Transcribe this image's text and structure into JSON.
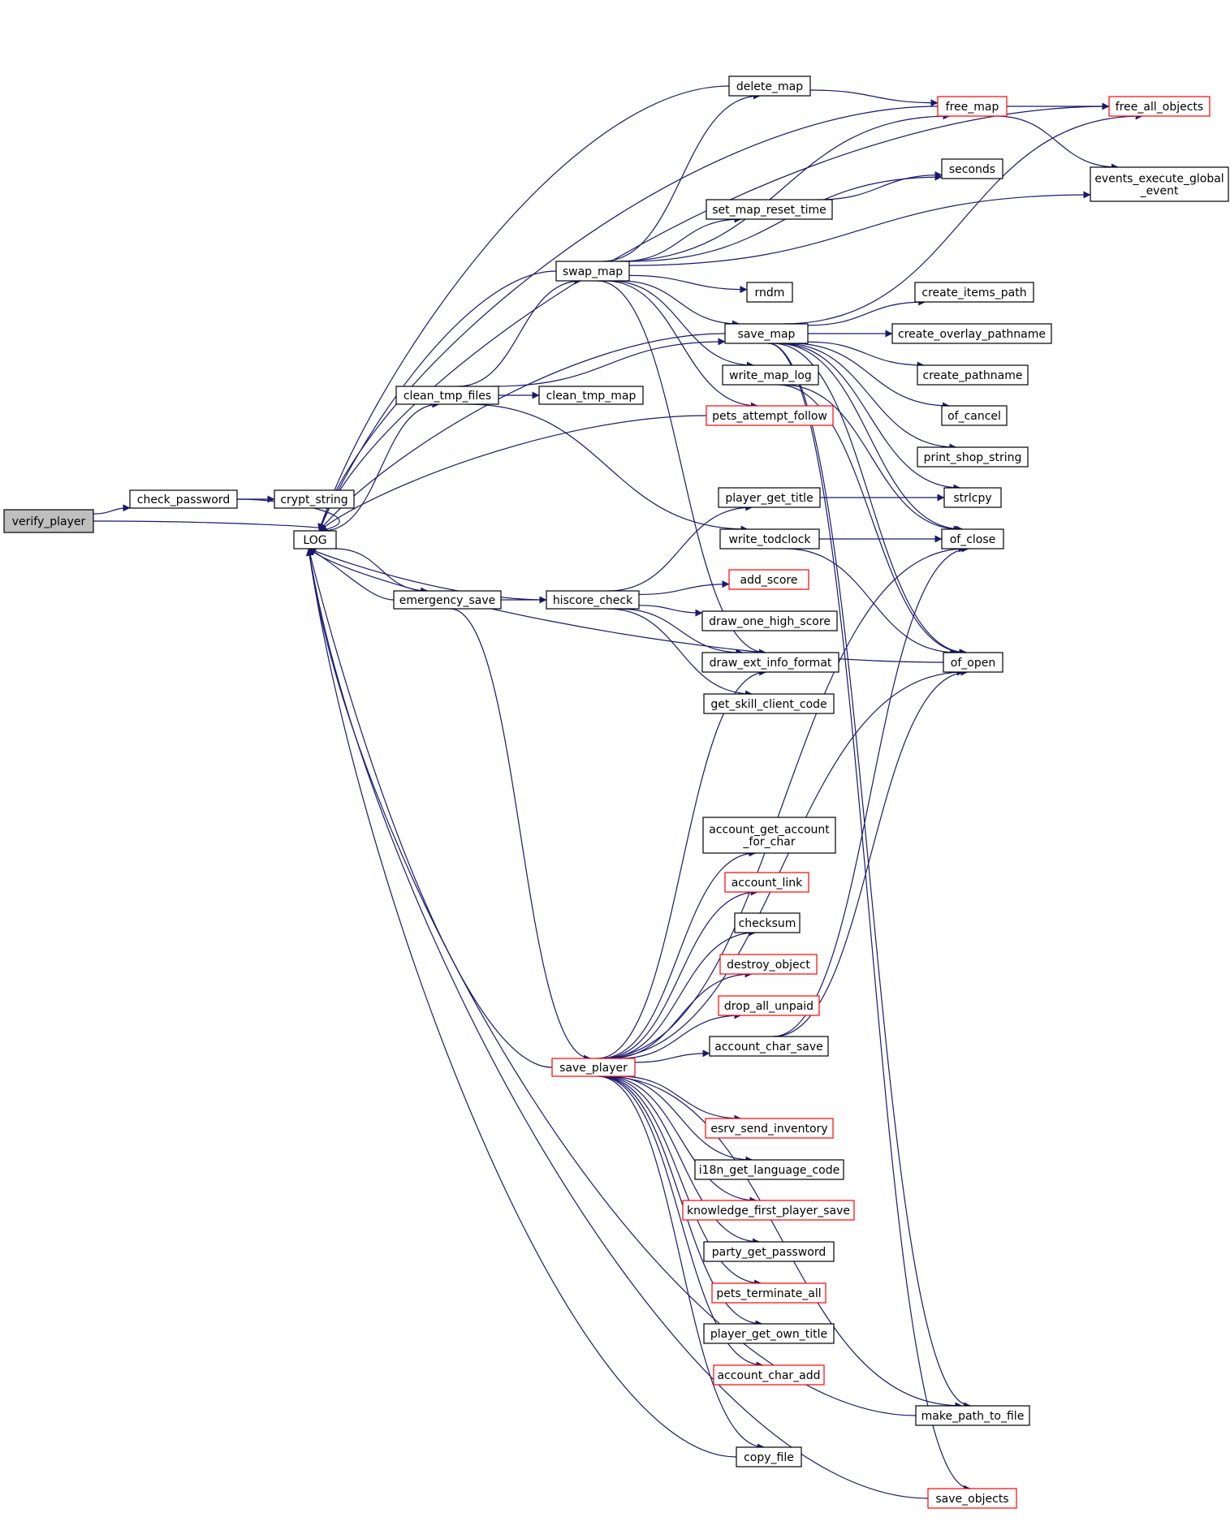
{
  "colors": {
    "edge": "#191970",
    "node_border": "#000000",
    "node_border_truncated": "#ff0000",
    "root_fill": "#bfbfbf",
    "background": "#ffffff"
  },
  "nodes": {
    "verify_player": {
      "label": [
        "verify_player"
      ],
      "style": "root"
    },
    "check_password": {
      "label": [
        "check_password"
      ],
      "style": "normal"
    },
    "crypt_string": {
      "label": [
        "crypt_string"
      ],
      "style": "normal"
    },
    "LOG": {
      "label": [
        "LOG"
      ],
      "style": "normal"
    },
    "delete_map": {
      "label": [
        "delete_map"
      ],
      "style": "normal"
    },
    "free_map": {
      "label": [
        "free_map"
      ],
      "style": "red"
    },
    "free_all_objects": {
      "label": [
        "free_all_objects"
      ],
      "style": "red"
    },
    "seconds": {
      "label": [
        "seconds"
      ],
      "style": "normal"
    },
    "events_execute_global_event": {
      "label": [
        "events_execute_global",
        "_event"
      ],
      "style": "normal"
    },
    "set_map_reset_time": {
      "label": [
        "set_map_reset_time"
      ],
      "style": "normal"
    },
    "swap_map": {
      "label": [
        "swap_map"
      ],
      "style": "normal"
    },
    "rndm": {
      "label": [
        "rndm"
      ],
      "style": "normal"
    },
    "create_items_path": {
      "label": [
        "create_items_path"
      ],
      "style": "normal"
    },
    "save_map": {
      "label": [
        "save_map"
      ],
      "style": "normal"
    },
    "create_overlay_pathname": {
      "label": [
        "create_overlay_pathname"
      ],
      "style": "normal"
    },
    "create_pathname": {
      "label": [
        "create_pathname"
      ],
      "style": "normal"
    },
    "write_map_log": {
      "label": [
        "write_map_log"
      ],
      "style": "normal"
    },
    "clean_tmp_files": {
      "label": [
        "clean_tmp_files"
      ],
      "style": "normal"
    },
    "clean_tmp_map": {
      "label": [
        "clean_tmp_map"
      ],
      "style": "normal"
    },
    "of_cancel": {
      "label": [
        "of_cancel"
      ],
      "style": "normal"
    },
    "pets_attempt_follow": {
      "label": [
        "pets_attempt_follow"
      ],
      "style": "red"
    },
    "print_shop_string": {
      "label": [
        "print_shop_string"
      ],
      "style": "normal"
    },
    "player_get_title": {
      "label": [
        "player_get_title"
      ],
      "style": "normal"
    },
    "strlcpy": {
      "label": [
        "strlcpy"
      ],
      "style": "normal"
    },
    "write_todclock": {
      "label": [
        "write_todclock"
      ],
      "style": "normal"
    },
    "of_close": {
      "label": [
        "of_close"
      ],
      "style": "normal"
    },
    "add_score": {
      "label": [
        "add_score"
      ],
      "style": "red"
    },
    "emergency_save": {
      "label": [
        "emergency_save"
      ],
      "style": "normal"
    },
    "hiscore_check": {
      "label": [
        "hiscore_check"
      ],
      "style": "normal"
    },
    "draw_one_high_score": {
      "label": [
        "draw_one_high_score"
      ],
      "style": "normal"
    },
    "draw_ext_info_format": {
      "label": [
        "draw_ext_info_format"
      ],
      "style": "normal"
    },
    "of_open": {
      "label": [
        "of_open"
      ],
      "style": "normal"
    },
    "get_skill_client_code": {
      "label": [
        "get_skill_client_code"
      ],
      "style": "normal"
    },
    "account_get_account_for_char": {
      "label": [
        "account_get_account",
        "_for_char"
      ],
      "style": "normal"
    },
    "account_link": {
      "label": [
        "account_link"
      ],
      "style": "red"
    },
    "checksum": {
      "label": [
        "checksum"
      ],
      "style": "normal"
    },
    "destroy_object": {
      "label": [
        "destroy_object"
      ],
      "style": "red"
    },
    "drop_all_unpaid": {
      "label": [
        "drop_all_unpaid"
      ],
      "style": "red"
    },
    "account_char_save": {
      "label": [
        "account_char_save"
      ],
      "style": "normal"
    },
    "save_player": {
      "label": [
        "save_player"
      ],
      "style": "red"
    },
    "esrv_send_inventory": {
      "label": [
        "esrv_send_inventory"
      ],
      "style": "red"
    },
    "i18n_get_language_code": {
      "label": [
        "i18n_get_language_code"
      ],
      "style": "normal"
    },
    "knowledge_first_player_save": {
      "label": [
        "knowledge_first_player_save"
      ],
      "style": "red"
    },
    "party_get_password": {
      "label": [
        "party_get_password"
      ],
      "style": "normal"
    },
    "pets_terminate_all": {
      "label": [
        "pets_terminate_all"
      ],
      "style": "red"
    },
    "player_get_own_title": {
      "label": [
        "player_get_own_title"
      ],
      "style": "normal"
    },
    "account_char_add": {
      "label": [
        "account_char_add"
      ],
      "style": "red"
    },
    "make_path_to_file": {
      "label": [
        "make_path_to_file"
      ],
      "style": "normal"
    },
    "copy_file": {
      "label": [
        "copy_file"
      ],
      "style": "normal"
    },
    "save_objects": {
      "label": [
        "save_objects"
      ],
      "style": "red"
    }
  },
  "edges": [
    [
      "verify_player",
      "check_password"
    ],
    [
      "verify_player",
      "LOG"
    ],
    [
      "check_password",
      "crypt_string"
    ],
    [
      "check_password",
      "LOG"
    ],
    [
      "LOG",
      "clean_tmp_files"
    ],
    [
      "LOG",
      "emergency_save"
    ],
    [
      "clean_tmp_files",
      "clean_tmp_map"
    ],
    [
      "clean_tmp_files",
      "swap_map"
    ],
    [
      "clean_tmp_files",
      "save_map"
    ],
    [
      "clean_tmp_files",
      "write_todclock"
    ],
    [
      "swap_map",
      "delete_map"
    ],
    [
      "swap_map",
      "free_map"
    ],
    [
      "swap_map",
      "seconds"
    ],
    [
      "swap_map",
      "set_map_reset_time"
    ],
    [
      "swap_map",
      "events_execute_global_event"
    ],
    [
      "swap_map",
      "rndm"
    ],
    [
      "swap_map",
      "save_map"
    ],
    [
      "swap_map",
      "write_map_log"
    ],
    [
      "swap_map",
      "pets_attempt_follow"
    ],
    [
      "swap_map",
      "draw_ext_info_format"
    ],
    [
      "swap_map",
      "LOG"
    ],
    [
      "delete_map",
      "free_map"
    ],
    [
      "delete_map",
      "LOG"
    ],
    [
      "free_map",
      "free_all_objects"
    ],
    [
      "free_map",
      "events_execute_global_event"
    ],
    [
      "free_map",
      "LOG"
    ],
    [
      "free_all_objects",
      "LOG"
    ],
    [
      "set_map_reset_time",
      "seconds"
    ],
    [
      "save_map",
      "create_items_path"
    ],
    [
      "save_map",
      "create_overlay_pathname"
    ],
    [
      "save_map",
      "create_pathname"
    ],
    [
      "save_map",
      "of_cancel"
    ],
    [
      "save_map",
      "print_shop_string"
    ],
    [
      "save_map",
      "strlcpy"
    ],
    [
      "save_map",
      "of_close"
    ],
    [
      "save_map",
      "of_open"
    ],
    [
      "save_map",
      "free_all_objects"
    ],
    [
      "save_map",
      "make_path_to_file"
    ],
    [
      "save_map",
      "save_objects"
    ],
    [
      "save_map",
      "LOG"
    ],
    [
      "write_map_log",
      "of_close"
    ],
    [
      "write_map_log",
      "of_open"
    ],
    [
      "pets_attempt_follow",
      "LOG"
    ],
    [
      "player_get_title",
      "strlcpy"
    ],
    [
      "write_todclock",
      "of_close"
    ],
    [
      "write_todclock",
      "of_open"
    ],
    [
      "emergency_save",
      "hiscore_check"
    ],
    [
      "emergency_save",
      "save_player"
    ],
    [
      "emergency_save",
      "LOG"
    ],
    [
      "hiscore_check",
      "player_get_title"
    ],
    [
      "hiscore_check",
      "add_score"
    ],
    [
      "hiscore_check",
      "draw_one_high_score"
    ],
    [
      "hiscore_check",
      "draw_ext_info_format"
    ],
    [
      "hiscore_check",
      "get_skill_client_code"
    ],
    [
      "hiscore_check",
      "LOG"
    ],
    [
      "of_open",
      "LOG"
    ],
    [
      "save_player",
      "of_close"
    ],
    [
      "save_player",
      "draw_ext_info_format"
    ],
    [
      "save_player",
      "account_get_account_for_char"
    ],
    [
      "save_player",
      "account_link"
    ],
    [
      "save_player",
      "checksum"
    ],
    [
      "save_player",
      "destroy_object"
    ],
    [
      "save_player",
      "drop_all_unpaid"
    ],
    [
      "save_player",
      "account_char_save"
    ],
    [
      "save_player",
      "of_open"
    ],
    [
      "save_player",
      "esrv_send_inventory"
    ],
    [
      "save_player",
      "i18n_get_language_code"
    ],
    [
      "save_player",
      "knowledge_first_player_save"
    ],
    [
      "save_player",
      "party_get_password"
    ],
    [
      "save_player",
      "pets_terminate_all"
    ],
    [
      "save_player",
      "player_get_own_title"
    ],
    [
      "save_player",
      "account_char_add"
    ],
    [
      "save_player",
      "make_path_to_file"
    ],
    [
      "save_player",
      "copy_file"
    ],
    [
      "save_player",
      "LOG"
    ],
    [
      "account_char_save",
      "of_close"
    ],
    [
      "account_char_save",
      "of_open"
    ],
    [
      "make_path_to_file",
      "LOG"
    ],
    [
      "copy_file",
      "LOG"
    ],
    [
      "save_objects",
      "LOG"
    ]
  ]
}
